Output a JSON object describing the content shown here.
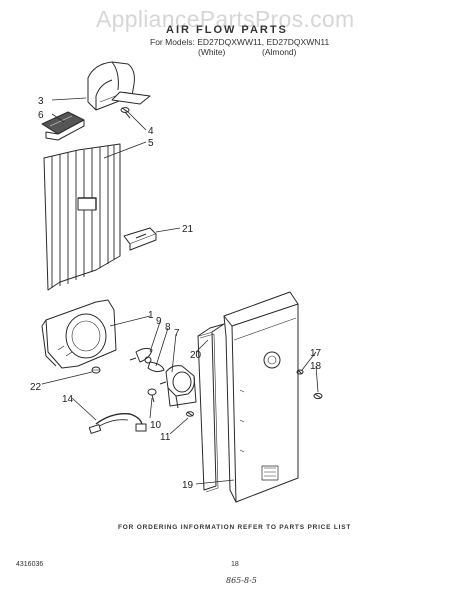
{
  "header": {
    "watermark": "AppliancePartsPros.com",
    "title": "AIR FLOW PARTS",
    "models_line": "For Models: ED27DQXWW11, ED27DQXWN11",
    "variant_white": "(White)",
    "variant_almond": "(Almond)"
  },
  "callouts": [
    "3",
    "6",
    "4",
    "5",
    "21",
    "1",
    "9",
    "8",
    "7",
    "20",
    "17",
    "18",
    "22",
    "14",
    "10",
    "11",
    "19"
  ],
  "footer": {
    "ordering_note": "FOR ORDERING INFORMATION REFER TO PARTS PRICE LIST",
    "page_number": "18",
    "doc_code": "4316036",
    "handwritten": "865-8-5"
  },
  "colors": {
    "line": "#2a2a2a",
    "watermark": "#d6d6d6"
  }
}
